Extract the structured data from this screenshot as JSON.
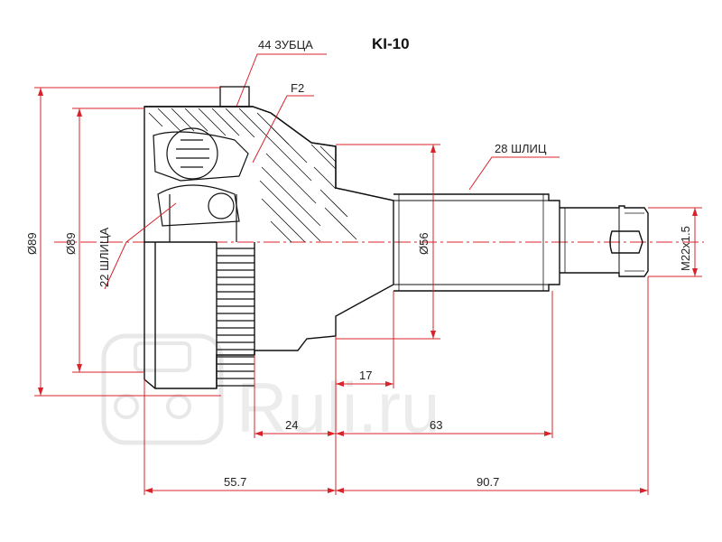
{
  "title": "KI-10",
  "watermark": {
    "text": "Ruli.ru"
  },
  "annotations": {
    "teeth": "44 ЗУБЦА",
    "f2": "F2",
    "splines_outer": "28 ШЛИЦ",
    "splines_inner": "22 ШЛИЦА"
  },
  "dimensions": {
    "outer_diameter": "Ø89",
    "outer_diameter_2": "Ø89",
    "seal_diameter": "Ø56",
    "thread": "M22x1.5",
    "length_17": "17",
    "length_24": "24",
    "length_63": "63",
    "length_55_7": "55.7",
    "length_90_7": "90.7"
  },
  "colors": {
    "dimension_line": "#d8232a",
    "outline": "#111111",
    "watermark": "#e6e6e6"
  }
}
